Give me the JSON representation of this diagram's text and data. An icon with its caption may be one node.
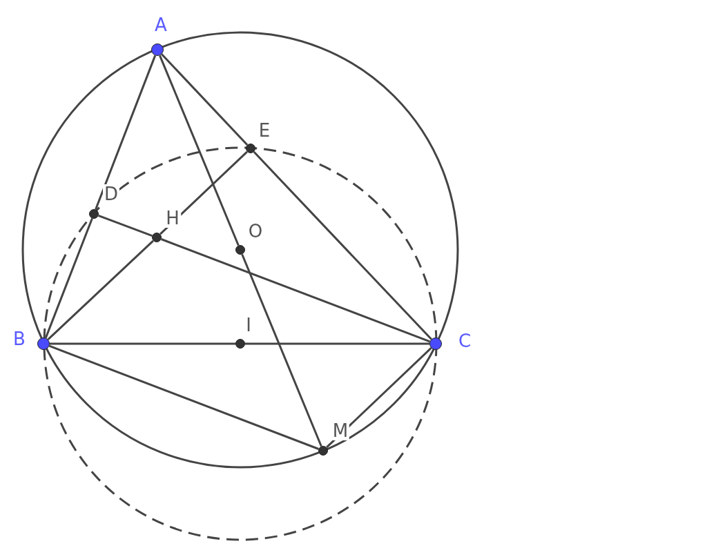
{
  "diagram": {
    "nodes": [
      {
        "text": [
          "A"
        ]
      },
      {
        "text": [
          "B"
        ]
      },
      {
        "text": [
          "C"
        ]
      },
      {
        "text": [
          "D"
        ]
      },
      {
        "text": [
          "E"
        ]
      },
      {
        "text": [
          "H"
        ]
      },
      {
        "text": [
          "O"
        ]
      },
      {
        "text": [
          "I"
        ]
      },
      {
        "text": [
          "M"
        ]
      }
    ],
    "edges": [
      {
        "from": 0,
        "to": 3,
        "arrow": "none"
      },
      {
        "from": 3,
        "to": 1,
        "arrow": "none"
      },
      {
        "from": 0,
        "to": 4,
        "arrow": "none"
      },
      {
        "from": 4,
        "to": 2,
        "arrow": "none"
      },
      {
        "from": 1,
        "to": 5,
        "arrow": "none"
      },
      {
        "from": 5,
        "to": 4,
        "arrow": "none"
      },
      {
        "from": 2,
        "to": 5,
        "arrow": "none"
      },
      {
        "from": 5,
        "to": 3,
        "arrow": "none"
      },
      {
        "from": 0,
        "to": 6,
        "arrow": "none"
      },
      {
        "from": 6,
        "to": 8,
        "arrow": "none"
      },
      {
        "from": 1,
        "to": 7,
        "arrow": "none"
      },
      {
        "from": 7,
        "to": 2,
        "arrow": "none"
      },
      {
        "from": 1,
        "to": 8,
        "arrow": "none"
      },
      {
        "from": 2,
        "to": 8,
        "arrow": "none"
      }
    ]
  }
}
